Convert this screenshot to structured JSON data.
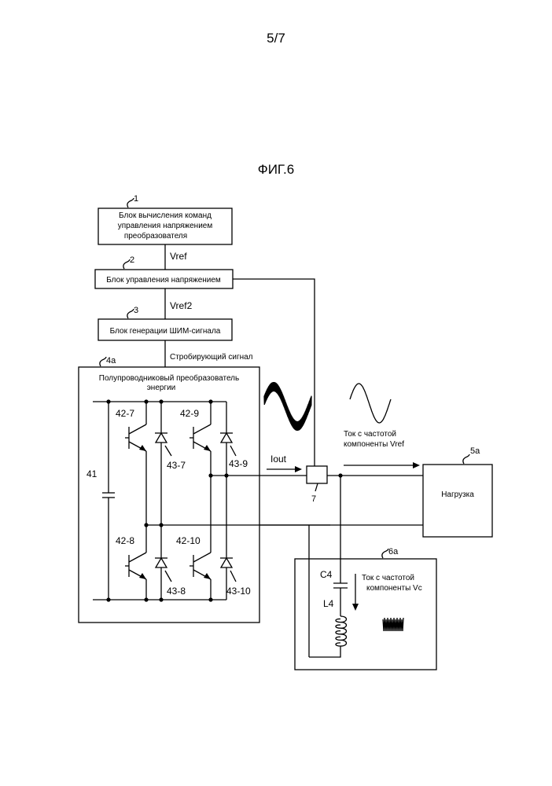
{
  "page_number": "5/7",
  "figure_title": "ФИГ.6",
  "blocks": {
    "b1": {
      "ref": "1",
      "lines": [
        "Блок вычисления команд",
        "управления напряжением",
        "преобразователя"
      ]
    },
    "b2": {
      "ref": "2",
      "label": "Блок управления напряжением"
    },
    "b3": {
      "ref": "3",
      "label": "Блок генерации ШИМ-сигнала"
    },
    "b4": {
      "ref": "4a",
      "lines": [
        "Полупроводниковый преобразователь",
        "энергии"
      ]
    },
    "b5": {
      "ref": "5a",
      "label": "Нагрузка"
    },
    "b6": {
      "ref": "6a"
    }
  },
  "signals": {
    "vref": "Vref",
    "vref2": "Vref2",
    "gate": "Стробирующий сигнал",
    "iout": "Iout",
    "current_vref": [
      "Ток с частотой",
      "компоненты Vref"
    ],
    "current_vc": [
      "Ток с частотой",
      "компоненты Vc"
    ]
  },
  "components": {
    "cap": "41",
    "sw_ul": "42-7",
    "sw_ur": "42-9",
    "sw_ll": "42-8",
    "sw_lr": "42-10",
    "d_ul": "43-7",
    "d_ur": "43-9",
    "d_ll": "43-8",
    "d_lr": "43-10",
    "sensor": "7",
    "c4": "C4",
    "l4": "L4"
  }
}
